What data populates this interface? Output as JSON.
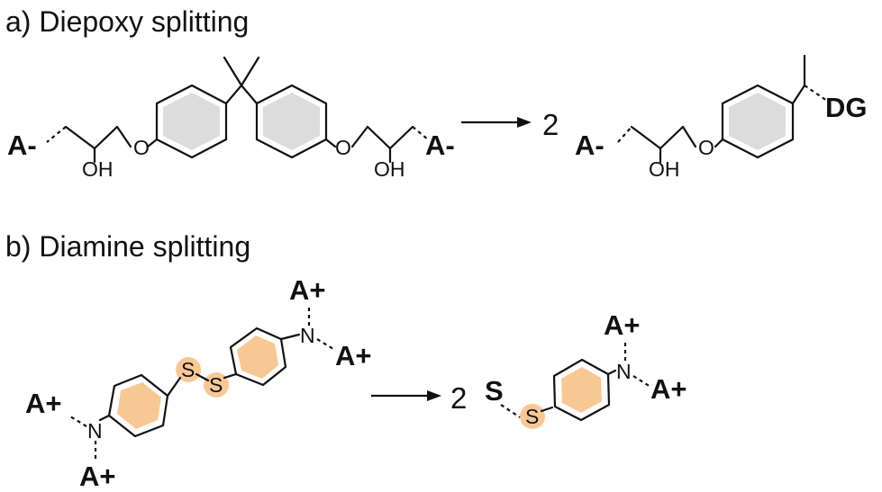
{
  "panel_a": {
    "title": "a) Diepoxy splitting",
    "left_group_label": "A-",
    "right_group_label": "A-",
    "oh_left": "OH",
    "oh_right": "OH",
    "o_left": "O",
    "o_right": "O",
    "coefficient": "2",
    "product_group_left": "A-",
    "product_oh": "OH",
    "product_o": "O",
    "product_group_right": "DG"
  },
  "panel_b": {
    "title": "b) Diamine splitting",
    "n_left": "N",
    "n_right": "N",
    "s_left": "S",
    "s_right": "S",
    "a_plus_1": "A+",
    "a_plus_2": "A+",
    "a_plus_3": "A+",
    "a_plus_4": "A+",
    "coefficient": "2",
    "product_s_label": "S",
    "product_s_atom": "S",
    "product_n": "N",
    "product_a_plus_top": "A+",
    "product_a_plus_right": "A+"
  },
  "colors": {
    "ring_gray": "#dcdcdc",
    "ring_orange": "#f7c894",
    "sulfur_highlight": "#f7c894",
    "ink": "#111111"
  }
}
